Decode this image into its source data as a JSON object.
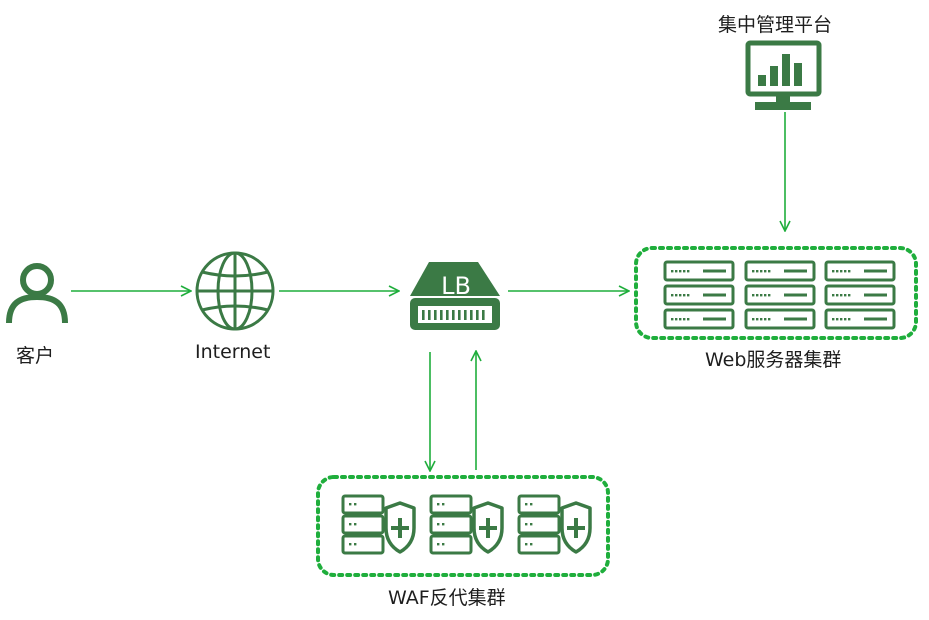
{
  "colors": {
    "icon": "#3b7a45",
    "arrow": "#1fae3c",
    "cluster_border": "#1fae3c",
    "text": "#1e1e1e",
    "background": "#ffffff"
  },
  "nodes": {
    "client": {
      "label": "客户",
      "icon": "user-icon"
    },
    "internet": {
      "label": "Internet",
      "icon": "globe-icon"
    },
    "load_balancer": {
      "badge": "LB",
      "icon": "load-balancer-icon"
    },
    "web_cluster": {
      "label": "Web服务器集群",
      "icon": "server-rack-icon",
      "server_count": 9
    },
    "management": {
      "label": "集中管理平台",
      "icon": "monitor-chart-icon"
    },
    "waf_cluster": {
      "label": "WAF反代集群",
      "icon": "server-shield-icon",
      "node_count": 3
    }
  }
}
